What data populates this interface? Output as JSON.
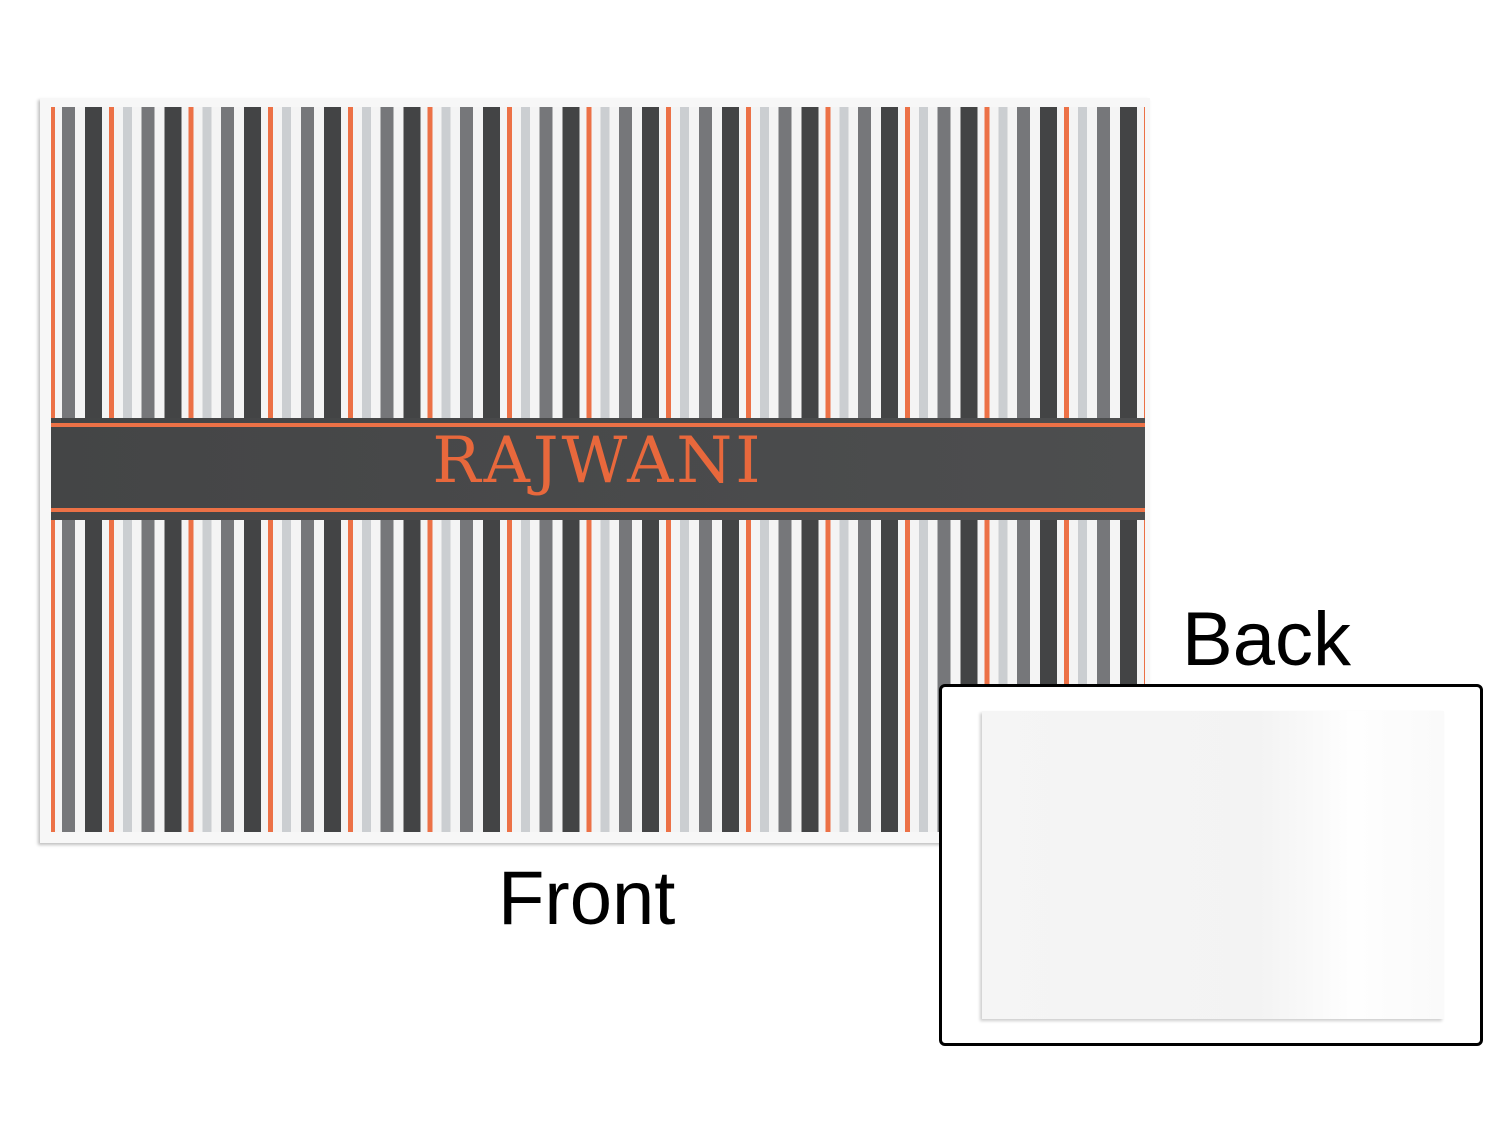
{
  "front": {
    "label": "Front",
    "monogram": "RAJWANI"
  },
  "back": {
    "label": "Back"
  },
  "colors": {
    "accent": "#ec7146",
    "dark": "#434445",
    "mid": "#76777a",
    "light": "#cbced1"
  }
}
